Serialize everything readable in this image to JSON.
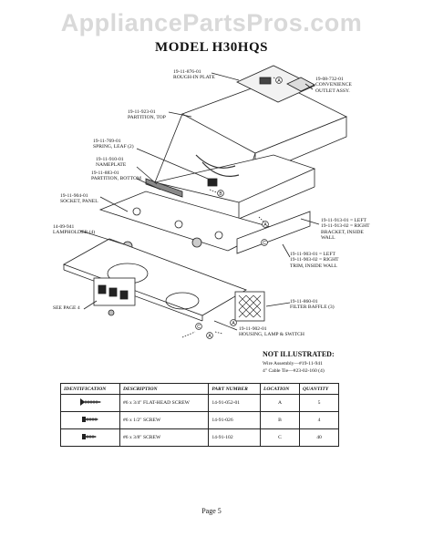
{
  "watermark": "AppliancePartsPros.com",
  "title": "MODEL H30HQS",
  "callouts": [
    {
      "number": "19-11-876-01",
      "name": "ROUGH-IN PLATE"
    },
    {
      "number": "19-08-732-01",
      "name": "CONVENIENCE",
      "name2": "OUTLET ASSY."
    },
    {
      "number": "19-11-923-01",
      "name": "PARTITION, TOP"
    },
    {
      "number": "19-11-769-01",
      "name": "SPRING, LEAF (2)"
    },
    {
      "number": "19-11-910-01",
      "name": "NAMEPLATE"
    },
    {
      "number": "19-11-883-01",
      "name": "PARTITION, BOTTOM"
    },
    {
      "number": "19-11-904-01",
      "name": "SOCKET, PANEL"
    },
    {
      "number": "14-09-941",
      "name": "LAMPHOLDER (4)"
    },
    {
      "number": "19-11-913-01 = LEFT",
      "name": "19-11-913-02 = RIGHT",
      "name2": "BRACKET, INSIDE",
      "name3": "WALL"
    },
    {
      "number": "19-11-903-01 = LEFT",
      "name": "19-11-903-02 = RIGHT",
      "name2": "TRIM, INSIDE WALL"
    },
    {
      "number": "SEE PAGE 4"
    },
    {
      "number": "19-11-860-01",
      "name": "FILTER BAFFLE (3)"
    },
    {
      "number": "19-11-902-01",
      "name": "HOUSING, LAMP & SWITCH"
    }
  ],
  "markers": [
    "A",
    "B",
    "C"
  ],
  "not_illustrated": {
    "heading": "NOT ILLUSTRATED:",
    "items": [
      "Wire Assembly—#19-11-941",
      "4\" Cable Tie—#23-02-160 (4)"
    ]
  },
  "table": {
    "headers": [
      "IDENTIFICATION",
      "DESCRIPTION",
      "PART NUMBER",
      "LOCATION",
      "QUANTITY"
    ],
    "rows": [
      {
        "icon": "flat-head-screw-icon",
        "description": "#6 x 3/4\" FLAT-HEAD SCREW",
        "part_number": "14-91-052-01",
        "location": "A",
        "quantity": "5"
      },
      {
        "icon": "screw-icon",
        "description": "#6 x 1/2\" SCREW",
        "part_number": "14-91-026",
        "location": "B",
        "quantity": "4"
      },
      {
        "icon": "screw-icon",
        "description": "#6 x 3/8\" SCREW",
        "part_number": "14-91-102",
        "location": "C",
        "quantity": "40"
      }
    ]
  },
  "page_label": "Page 5"
}
